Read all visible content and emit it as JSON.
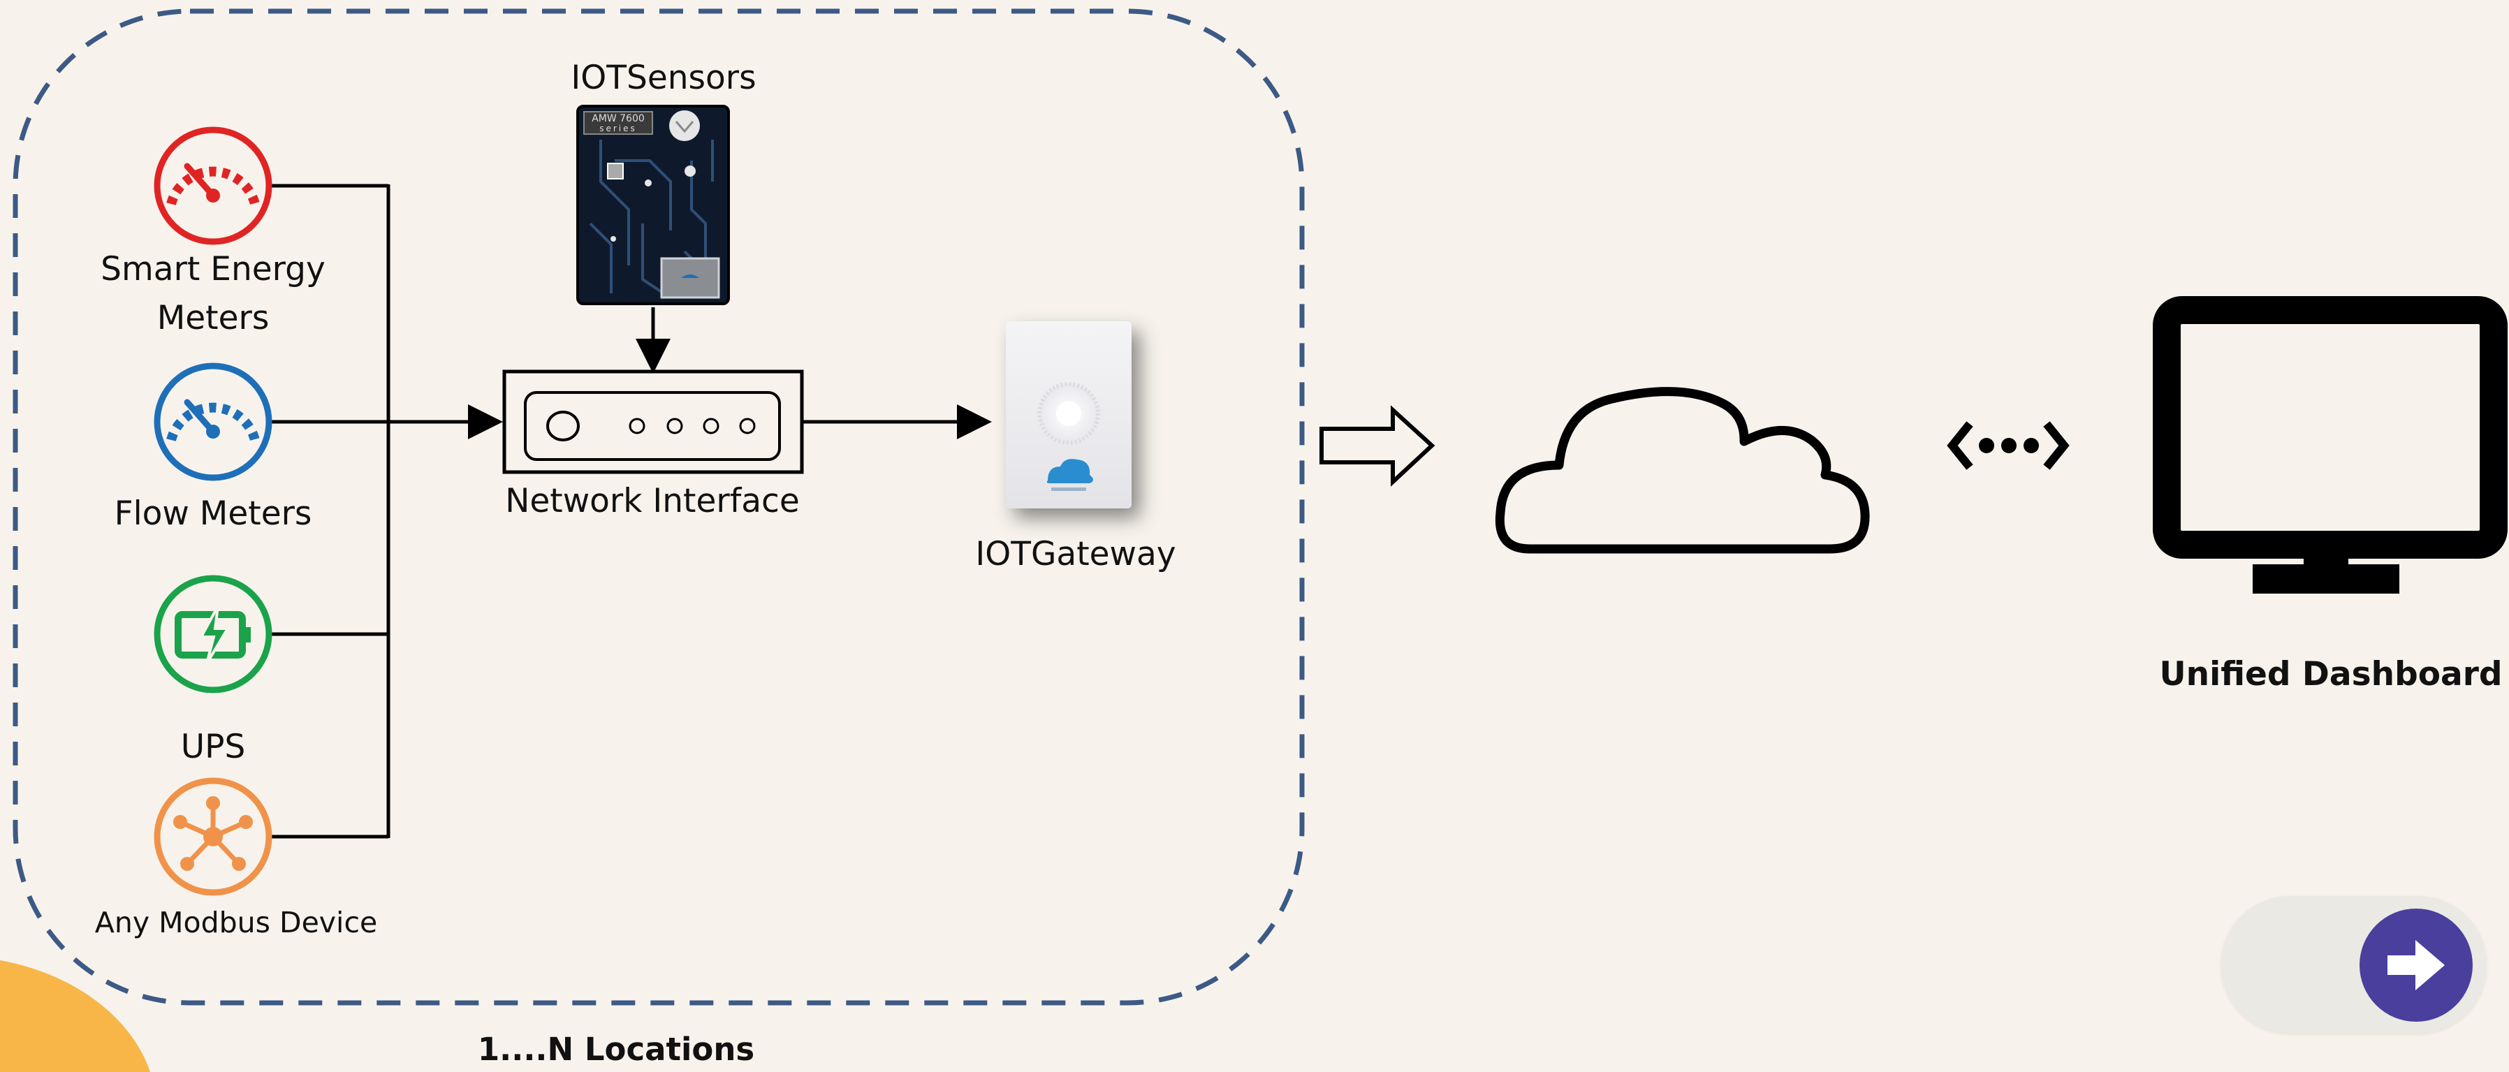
{
  "labels": {
    "smart_energy_line1": "Smart Energy",
    "smart_energy_line2": "Meters",
    "flow_meters": "Flow Meters",
    "ups": "UPS",
    "modbus": "Any Modbus Device",
    "iot_sensors": "IOTSensors",
    "network_interface": "Network Interface",
    "iot_gateway": "IOTGateway",
    "locations": "1....N Locations",
    "dashboard": "Unified Dashboard"
  },
  "sensor_device_text": {
    "model_line1": "AMW 7600",
    "model_line2": "series"
  },
  "colors": {
    "background": "#f7f3ec",
    "energy_meter": "#e02424",
    "flow_meter": "#1e6fb8",
    "ups": "#1aa34a",
    "modbus": "#f0924a",
    "dashed_border": "#3c5a85",
    "next_button": "#4a3f9c",
    "corner_blob": "#f8b648"
  },
  "icons": {
    "energy_meter": "gauge-icon",
    "flow_meter": "gauge-icon",
    "ups": "battery-bolt-icon",
    "modbus": "network-hub-icon",
    "cloud": "cloud-icon",
    "link": "bidirectional-dots-icon",
    "dashboard": "monitor-icon",
    "next": "arrow-right-icon"
  }
}
